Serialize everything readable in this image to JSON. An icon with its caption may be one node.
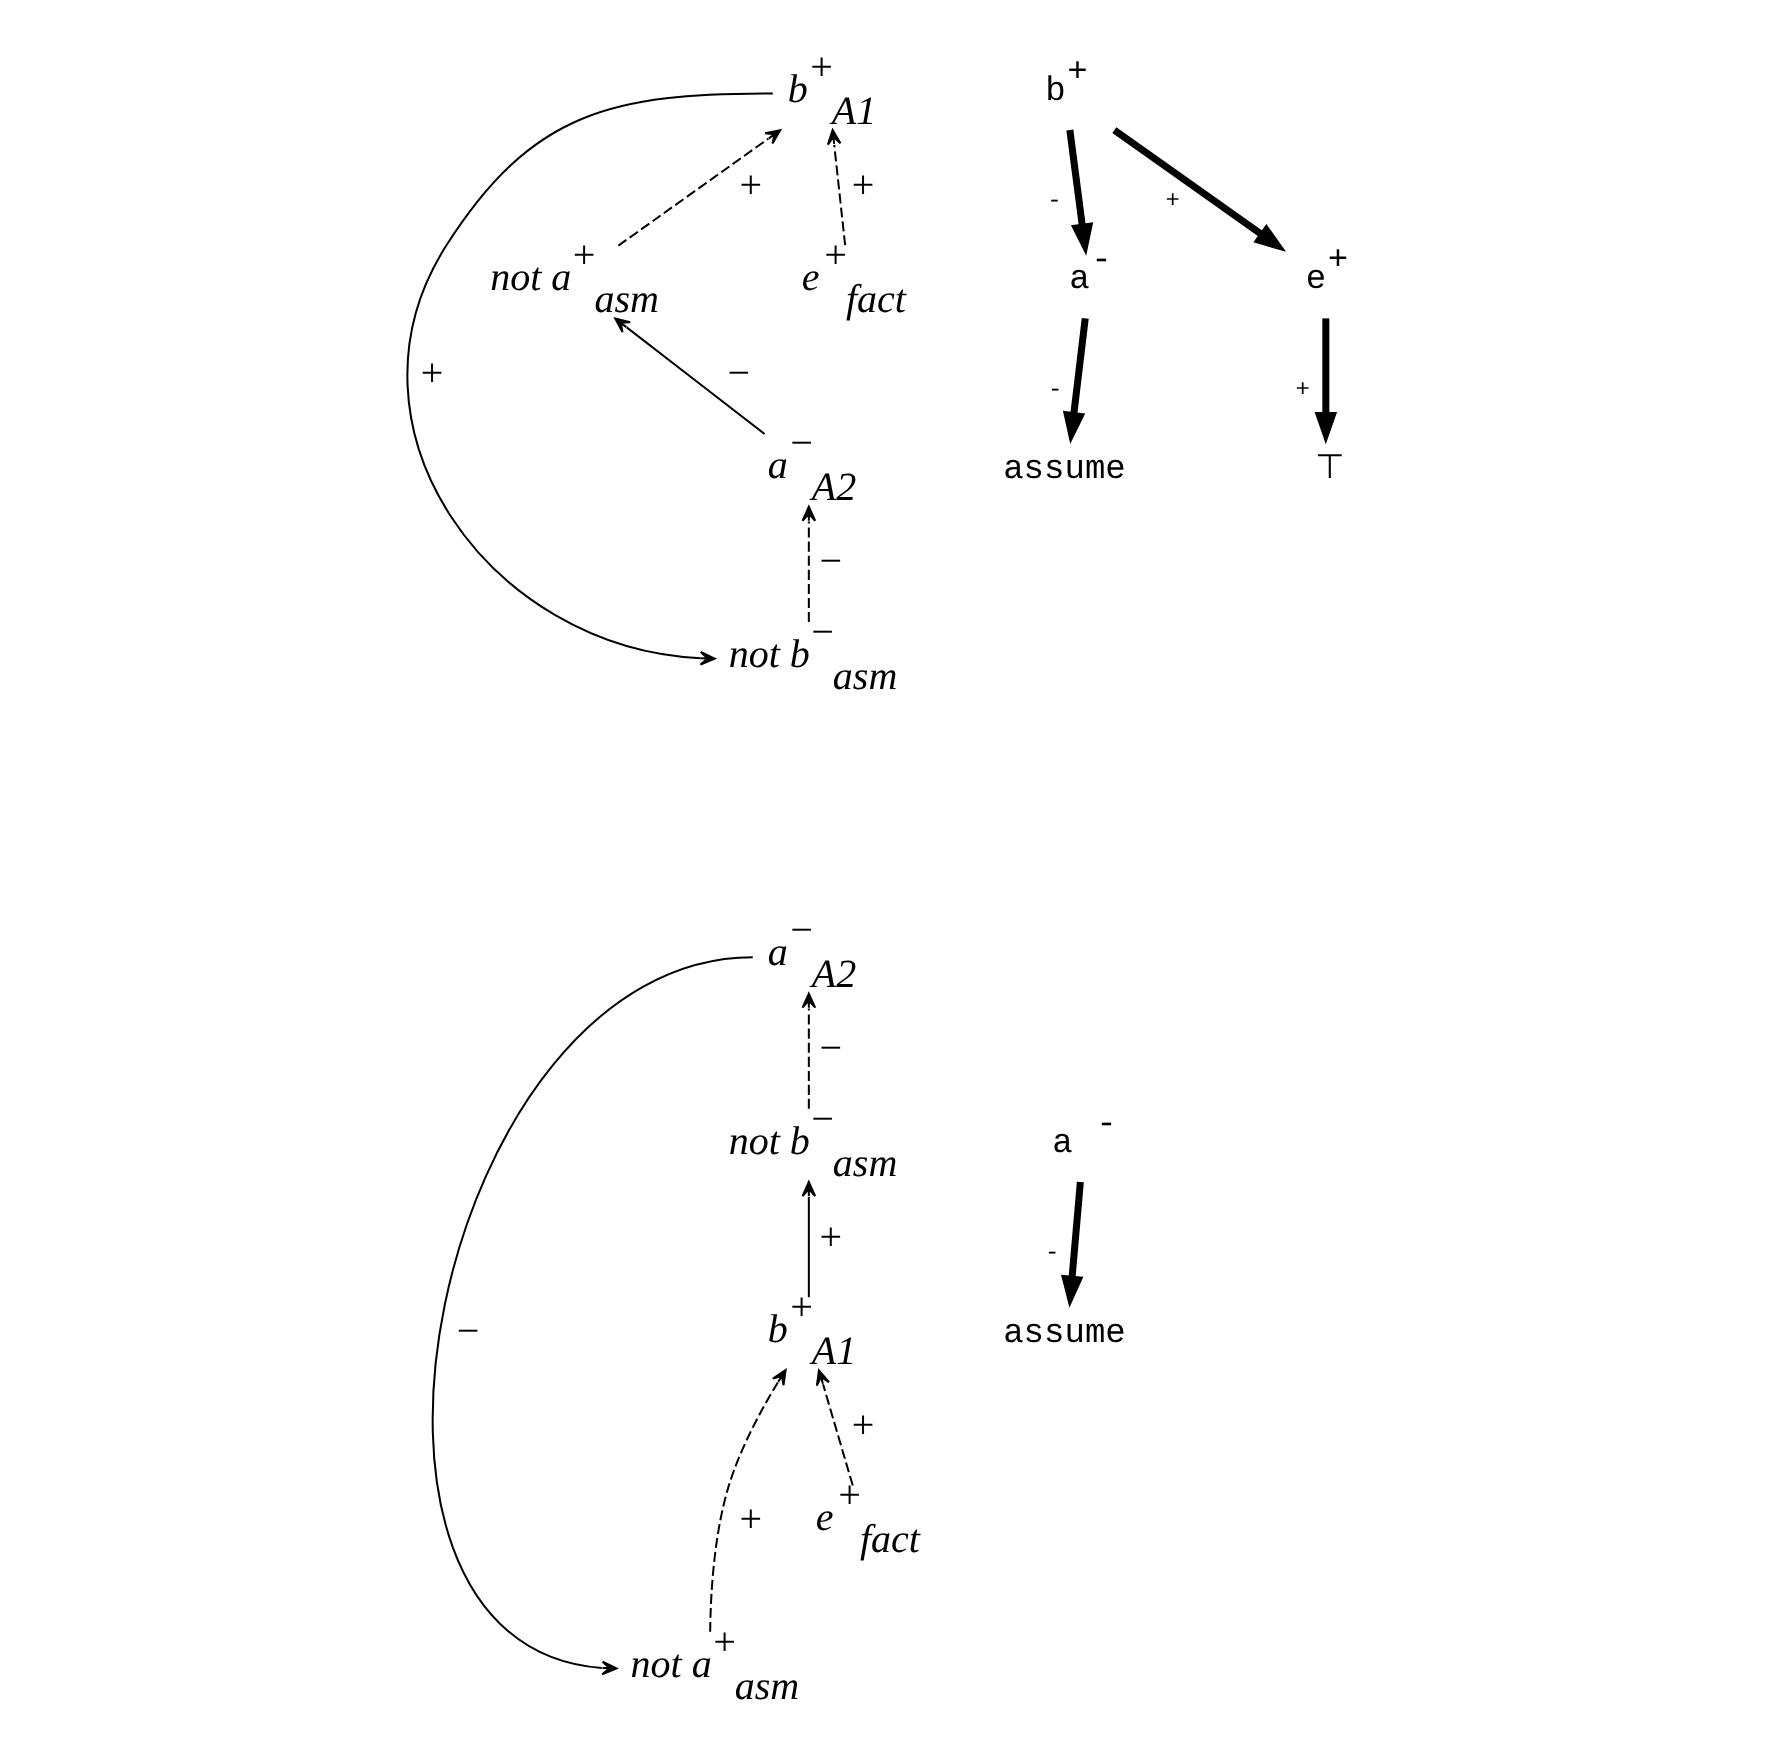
{
  "diagram": {
    "nodes": [
      {
        "text": [
          "b$^{+}$$_{A1}$"
        ]
      },
      {
        "text": [
          "not a$^{+}$$_{asm}$"
        ]
      },
      {
        "text": [
          "e$^{+}$$_{fact}$"
        ]
      },
      {
        "text": [
          "a$^{−}$$_{A2}$"
        ]
      },
      {
        "text": [
          "not b$^{−}$$_{asm}$"
        ]
      },
      {
        "text": [
          "b$^{+}$"
        ]
      },
      {
        "text": [
          "a$^{-}$"
        ]
      },
      {
        "text": [
          "e$^{+}$"
        ]
      },
      {
        "text": [
          "assume"
        ]
      },
      {
        "text": [
          "⊤"
        ]
      },
      {
        "text": [
          "a$^{−}$$_{A2}$"
        ]
      },
      {
        "text": [
          "not b$^{−}$$_{asm}$"
        ]
      },
      {
        "text": [
          "b$^{+}$$_{A1}$"
        ]
      },
      {
        "text": [
          "not a$^{+}$$_{asm}$"
        ]
      },
      {
        "text": [
          "e$^{+}$$_{fact}$"
        ]
      },
      {
        "text": [
          "a $^{-}$"
        ]
      },
      {
        "text": [
          "assume"
        ]
      }
    ],
    "edges": [
      {
        "from": 1,
        "to": 0,
        "arrow": "to",
        "style": "dashed",
        "label": "+"
      },
      {
        "from": 2,
        "to": 0,
        "arrow": "to",
        "style": "dashed",
        "label": "+"
      },
      {
        "from": 3,
        "to": 1,
        "arrow": "to",
        "label": "−"
      },
      {
        "from": 4,
        "to": 3,
        "arrow": "to",
        "style": "dashed",
        "label": "−"
      },
      {
        "from": 0,
        "to": 4,
        "arrow": "to",
        "label": "+"
      },
      {
        "from": 5,
        "to": 6,
        "arrow": "to",
        "style": "thick",
        "label": "-"
      },
      {
        "from": 5,
        "to": 7,
        "arrow": "to",
        "style": "thick",
        "label": "+"
      },
      {
        "from": 6,
        "to": 8,
        "arrow": "to",
        "style": "thick",
        "label": "-"
      },
      {
        "from": 7,
        "to": 9,
        "arrow": "to",
        "style": "thick",
        "label": "+"
      },
      {
        "from": 11,
        "to": 10,
        "arrow": "to",
        "style": "dashed",
        "label": "−"
      },
      {
        "from": 12,
        "to": 11,
        "arrow": "to",
        "label": "+"
      },
      {
        "from": 13,
        "to": 12,
        "arrow": "to",
        "style": "dashed",
        "label": "+"
      },
      {
        "from": 14,
        "to": 12,
        "arrow": "to",
        "style": "dashed",
        "label": "+"
      },
      {
        "from": 10,
        "to": 13,
        "arrow": "to",
        "label": "−"
      },
      {
        "from": 15,
        "to": 16,
        "arrow": "to",
        "style": "thick",
        "label": "-"
      }
    ]
  }
}
